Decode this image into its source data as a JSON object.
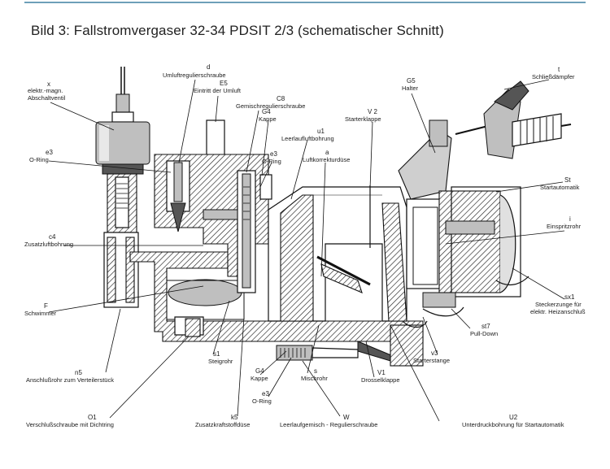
{
  "title": "Bild 3:  Fallstromvergaser 32-34 PDSIT 2/3 (schematischer Schnitt)",
  "colors": {
    "rule": "#6d9fb8",
    "ink": "#111111"
  },
  "labels": {
    "x": {
      "code": "x",
      "lines": [
        "elektr.-magn.",
        "Abschaltventil"
      ]
    },
    "e3a": {
      "code": "e3",
      "lines": [
        "O-Ring"
      ]
    },
    "c4": {
      "code": "c4",
      "lines": [
        "Zusatzluftbohrung"
      ]
    },
    "F": {
      "code": "F",
      "lines": [
        "Schwimmer"
      ]
    },
    "n5": {
      "code": "n5",
      "lines": [
        "Anschlußrohr zum Verteilerstück"
      ]
    },
    "O1": {
      "code": "O1",
      "lines": [
        "Verschlußschraube mit Dichtring"
      ]
    },
    "d": {
      "code": "d",
      "lines": [
        "Umluftregulierschraube"
      ]
    },
    "E5": {
      "code": "E5",
      "lines": [
        "Eintritt der Umluft"
      ]
    },
    "C8": {
      "code": "C8",
      "lines": [
        "Gemischregulierschraube"
      ]
    },
    "G4a": {
      "code": "G4",
      "lines": [
        "Kappe"
      ]
    },
    "e3b": {
      "code": "e3",
      "lines": [
        "O-Ring"
      ]
    },
    "u1": {
      "code": "u1",
      "lines": [
        "Leerlaufluftbohrung"
      ]
    },
    "a": {
      "code": "a",
      "lines": [
        "Luftkorrekturdüse"
      ]
    },
    "V2": {
      "code": "V 2",
      "lines": [
        "Starterklappe"
      ]
    },
    "G5": {
      "code": "G5",
      "lines": [
        "Halter"
      ]
    },
    "t": {
      "code": "t",
      "lines": [
        "Schließdämpfer"
      ]
    },
    "St": {
      "code": "St",
      "lines": [
        "Startautomatik"
      ]
    },
    "i": {
      "code": "i",
      "lines": [
        "Einspritzrohr"
      ]
    },
    "sx1": {
      "code": "sx1",
      "lines": [
        "Steckerzunge für",
        "elektr. Heizanschluß"
      ]
    },
    "st7": {
      "code": "st7",
      "lines": [
        "Pull-Down"
      ]
    },
    "v3": {
      "code": "v3",
      "lines": [
        "Starterstange"
      ]
    },
    "s1": {
      "code": "s1",
      "lines": [
        "Steigrohr"
      ]
    },
    "G4b": {
      "code": "G4",
      "lines": [
        "Kappe"
      ]
    },
    "e3c": {
      "code": "e3",
      "lines": [
        "O-Ring"
      ]
    },
    "s": {
      "code": "s",
      "lines": [
        "Mischrohr"
      ]
    },
    "V1": {
      "code": "V1",
      "lines": [
        "Drosselklappe"
      ]
    },
    "k5": {
      "code": "k5",
      "lines": [
        "Zusatzkraftstoffdüse"
      ]
    },
    "W": {
      "code": "W",
      "lines": [
        "Leerlaufgemisch - Regulierschraube"
      ]
    },
    "U2": {
      "code": "U2",
      "lines": [
        "Unterdruckbohrung für Startautomatik"
      ]
    }
  }
}
